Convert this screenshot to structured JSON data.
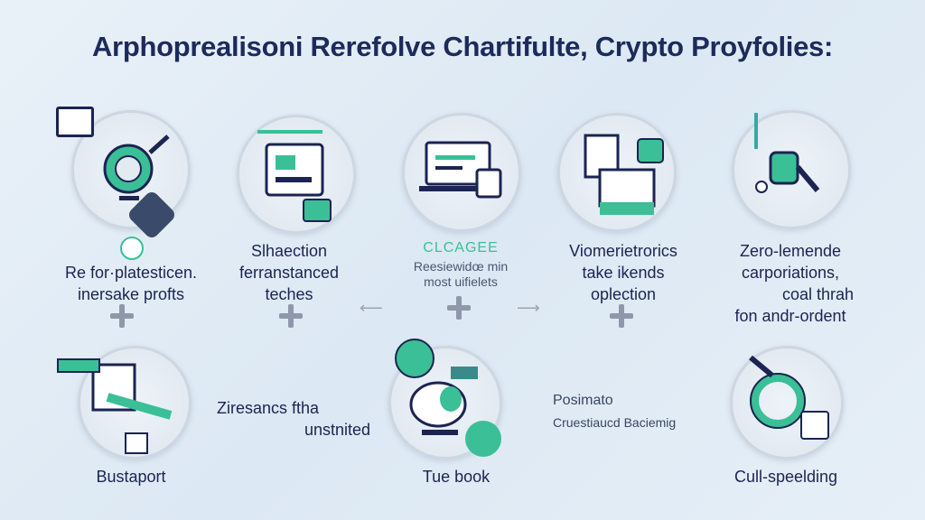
{
  "title": "Arphoprealisoni Rerefolve Chartifulte, Crypto Proyfolies:",
  "top_row": [
    {
      "lines": [
        "Re for·platesticen.",
        "inersake profts"
      ],
      "icon": "globe-monitor-icon"
    },
    {
      "lines": [
        "Slhaection",
        "ferranstanced",
        "teches"
      ],
      "icon": "document-tools-icon"
    },
    {
      "accent": "CLCAGEE",
      "lines": [
        "Reesiewidœ min",
        "most uifielets"
      ],
      "icon": "laptop-icon"
    },
    {
      "lines": [
        "Viomerietrorics",
        "take ikends",
        "oplection"
      ],
      "icon": "files-folder-icon"
    },
    {
      "lines": [
        "Zero-lemende",
        "carporiations,",
        "coal thrah",
        "fon andr-ordent"
      ],
      "icon": "tools-icon"
    }
  ],
  "bottom_row": [
    {
      "label": "Bustaport",
      "icon": "machine-icon"
    },
    {
      "lines": [
        "Ziresancs ftha",
        "unstnited"
      ]
    },
    {
      "label": "Tue book",
      "icon": "piggy-bank-icon"
    },
    {
      "lines": [
        "Posimato",
        "Cruestiaucd Baciemig"
      ]
    },
    {
      "label": "Cull-speelding",
      "icon": "magnifier-icon"
    }
  ],
  "colors": {
    "accent": "#3bbf96",
    "text": "#1b2452"
  }
}
